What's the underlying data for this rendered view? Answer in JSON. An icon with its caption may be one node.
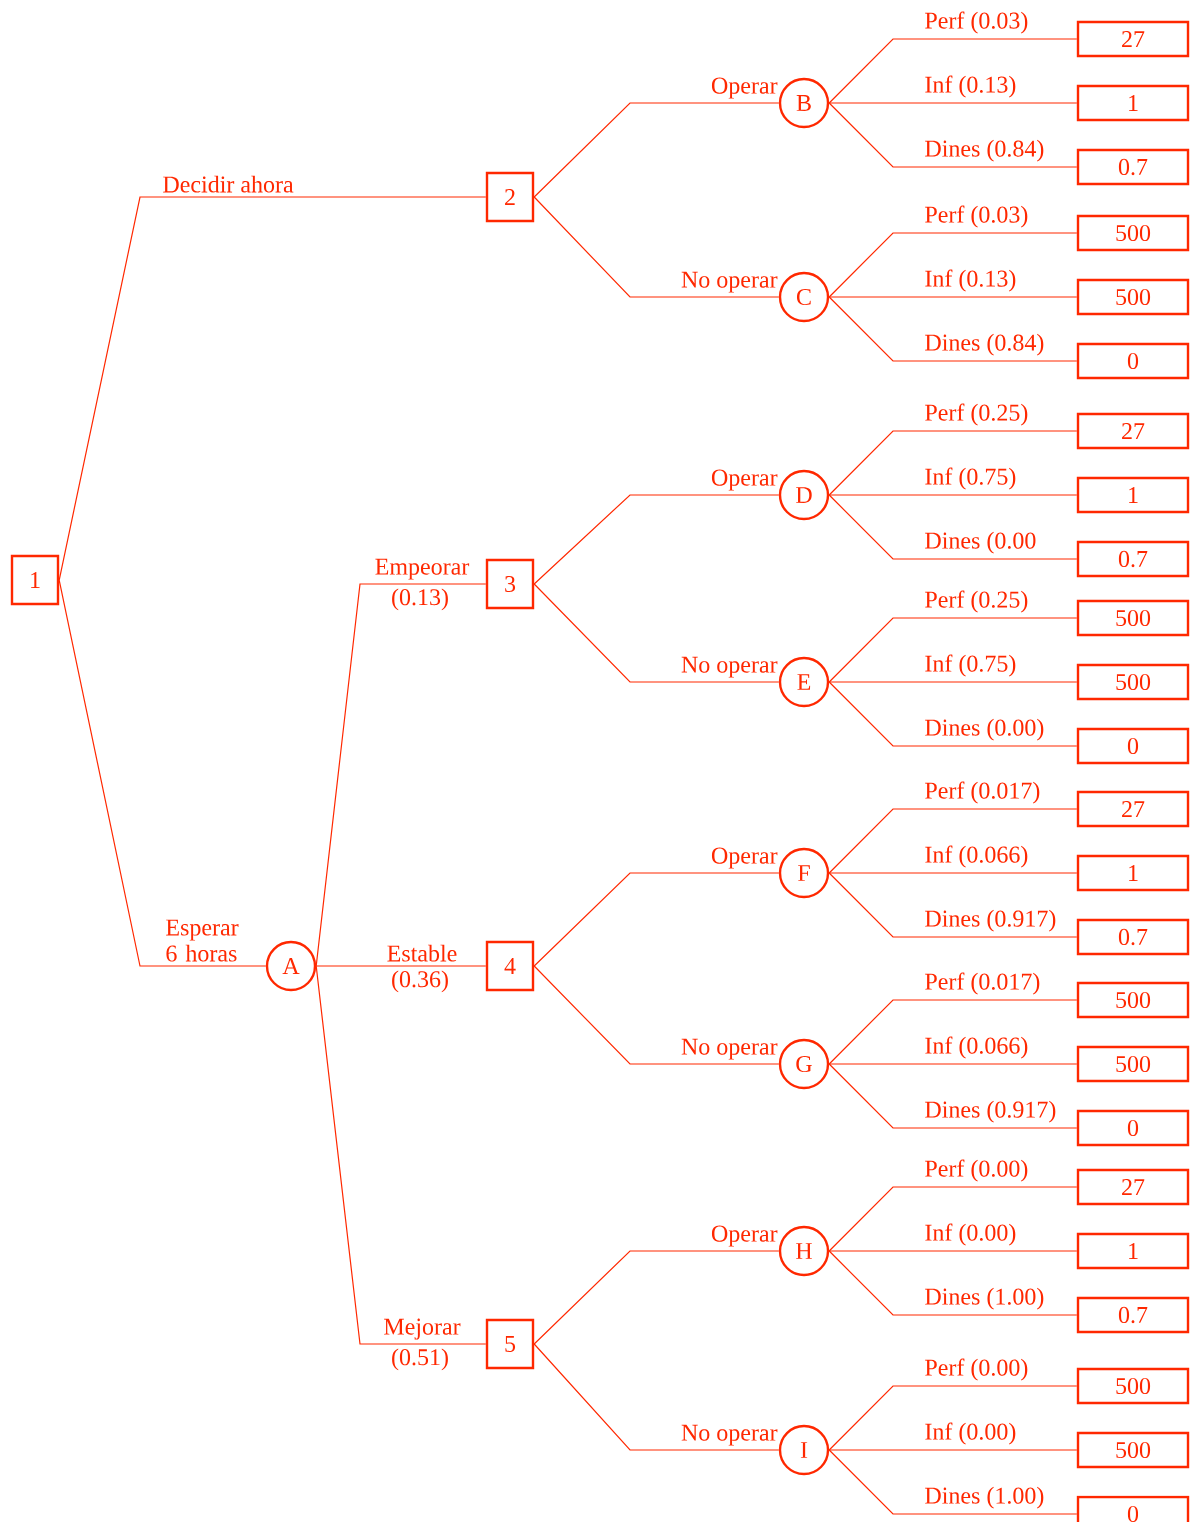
{
  "diagram": {
    "nodes": [
      {
        "text": [
          "1"
        ]
      },
      {
        "text": [
          "2"
        ]
      },
      {
        "text": [
          "A"
        ]
      },
      {
        "text": [
          "3"
        ]
      },
      {
        "text": [
          "4"
        ]
      },
      {
        "text": [
          "5"
        ]
      },
      {
        "text": [
          "B"
        ]
      },
      {
        "text": [
          "C"
        ]
      },
      {
        "text": [
          "D"
        ]
      },
      {
        "text": [
          "E"
        ]
      },
      {
        "text": [
          "F"
        ]
      },
      {
        "text": [
          "G"
        ]
      },
      {
        "text": [
          "H"
        ]
      },
      {
        "text": [
          "I"
        ]
      },
      {
        "text": [
          "27"
        ]
      },
      {
        "text": [
          "1"
        ]
      },
      {
        "text": [
          "0.7"
        ]
      },
      {
        "text": [
          "500"
        ]
      },
      {
        "text": [
          "500"
        ]
      },
      {
        "text": [
          "0"
        ]
      },
      {
        "text": [
          "27"
        ]
      },
      {
        "text": [
          "1"
        ]
      },
      {
        "text": [
          "0.7"
        ]
      },
      {
        "text": [
          "500"
        ]
      },
      {
        "text": [
          "500"
        ]
      },
      {
        "text": [
          "0"
        ]
      },
      {
        "text": [
          "27"
        ]
      },
      {
        "text": [
          "1"
        ]
      },
      {
        "text": [
          "0.7"
        ]
      },
      {
        "text": [
          "500"
        ]
      },
      {
        "text": [
          "500"
        ]
      },
      {
        "text": [
          "0"
        ]
      },
      {
        "text": [
          "27"
        ]
      },
      {
        "text": [
          "1"
        ]
      },
      {
        "text": [
          "0.7"
        ]
      },
      {
        "text": [
          "500"
        ]
      },
      {
        "text": [
          "500"
        ]
      },
      {
        "text": [
          "0"
        ]
      }
    ],
    "edges": [
      {
        "from": 0,
        "to": 1,
        "arrow": "none",
        "label": "Decidir ahora"
      },
      {
        "from": 0,
        "to": 2,
        "arrow": "none",
        "label": "Esperar 6 horas"
      },
      {
        "from": 1,
        "to": 6,
        "arrow": "none",
        "label": "Operar"
      },
      {
        "from": 1,
        "to": 7,
        "arrow": "none",
        "label": "No operar"
      },
      {
        "from": 2,
        "to": 3,
        "arrow": "none",
        "label": "Empeorar"
      },
      {
        "from": 2,
        "to": 4,
        "arrow": "none",
        "label": "Estable"
      },
      {
        "from": 2,
        "to": 5,
        "arrow": "none",
        "label": "Mejorar"
      },
      {
        "from": 3,
        "to": 8,
        "arrow": "none",
        "label": "Operar"
      },
      {
        "from": 3,
        "to": 9,
        "arrow": "none",
        "label": "No operar"
      },
      {
        "from": 4,
        "to": 10,
        "arrow": "none",
        "label": "Operar"
      },
      {
        "from": 4,
        "to": 11,
        "arrow": "none",
        "label": "No operar"
      },
      {
        "from": 5,
        "to": 12,
        "arrow": "none",
        "label": "Operar"
      },
      {
        "from": 5,
        "to": 13,
        "arrow": "none",
        "label": "No operar"
      },
      {
        "from": 6,
        "to": 14,
        "arrow": "none",
        "label": "Perf (0.03)"
      },
      {
        "from": 6,
        "to": 15,
        "arrow": "none",
        "label": "Inf (0.13)"
      },
      {
        "from": 6,
        "to": 16,
        "arrow": "none",
        "label": "Dines (0.84)"
      },
      {
        "from": 7,
        "to": 17,
        "arrow": "none",
        "label": "Perf (0.03)"
      },
      {
        "from": 7,
        "to": 18,
        "arrow": "none",
        "label": "Inf (0.13)"
      },
      {
        "from": 7,
        "to": 19,
        "arrow": "none",
        "label": "Dines (0.84)"
      },
      {
        "from": 8,
        "to": 20,
        "arrow": "none",
        "label": "Perf (0.25)"
      },
      {
        "from": 8,
        "to": 21,
        "arrow": "none",
        "label": "Inf (0.75)"
      },
      {
        "from": 8,
        "to": 22,
        "arrow": "none",
        "label": "Dines (0.00"
      },
      {
        "from": 9,
        "to": 23,
        "arrow": "none",
        "label": "Perf (0.25)"
      },
      {
        "from": 9,
        "to": 24,
        "arrow": "none",
        "label": "Inf (0.75)"
      },
      {
        "from": 9,
        "to": 25,
        "arrow": "none",
        "label": "Dines (0.00)"
      },
      {
        "from": 10,
        "to": 26,
        "arrow": "none",
        "label": "Perf (0.017)"
      },
      {
        "from": 10,
        "to": 27,
        "arrow": "none",
        "label": "Inf (0.066)"
      },
      {
        "from": 10,
        "to": 28,
        "arrow": "none",
        "label": "Dines (0.917)"
      },
      {
        "from": 11,
        "to": 29,
        "arrow": "none",
        "label": "Perf (0.017)"
      },
      {
        "from": 11,
        "to": 30,
        "arrow": "none",
        "label": "Inf (0.066)"
      },
      {
        "from": 11,
        "to": 31,
        "arrow": "none",
        "label": "Dines (0.917)"
      },
      {
        "from": 12,
        "to": 32,
        "arrow": "none",
        "label": "Perf (0.00)"
      },
      {
        "from": 12,
        "to": 33,
        "arrow": "none",
        "label": "Inf (0.00)"
      },
      {
        "from": 12,
        "to": 34,
        "arrow": "none",
        "label": "Dines (1.00)"
      },
      {
        "from": 13,
        "to": 35,
        "arrow": "none",
        "label": "Perf (0.00)"
      },
      {
        "from": 13,
        "to": 36,
        "arrow": "none",
        "label": "Inf (0.00)"
      },
      {
        "from": 13,
        "to": 37,
        "arrow": "none",
        "label": "Dines (1.00)"
      }
    ],
    "labels": [
      "(0.13)",
      "(0.36)",
      "(0.51)"
    ]
  }
}
